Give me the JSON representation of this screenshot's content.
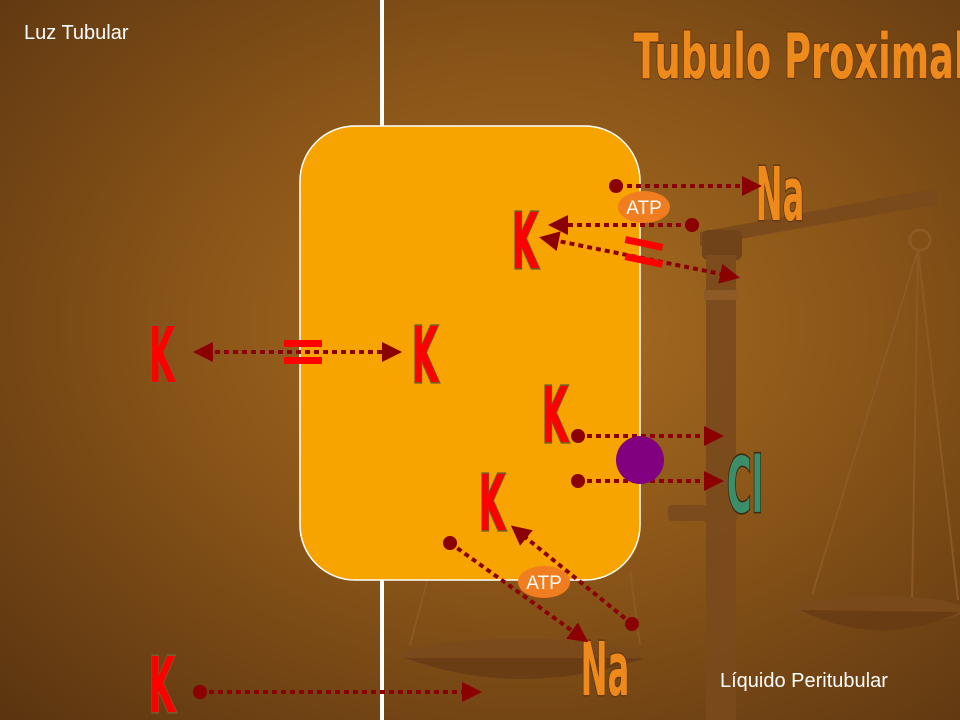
{
  "labels": {
    "luz_tubular": "Luz Tubular",
    "liquido_peritubular": "Líquido Peritubular",
    "title": "Tubulo Proximal"
  },
  "ions": {
    "na": "Na",
    "k": "K",
    "cl": "Cl"
  },
  "atp": "ATP",
  "colors": {
    "cell": "#f7a300",
    "arrow": "#8b0000",
    "ion_red": "#ff0000",
    "ion_green": "#3a8f6a",
    "title_orange": "#ee8a1c",
    "atp_badge": "#f07d20",
    "channel": "#ff0000",
    "cotransporter": "#800080"
  }
}
